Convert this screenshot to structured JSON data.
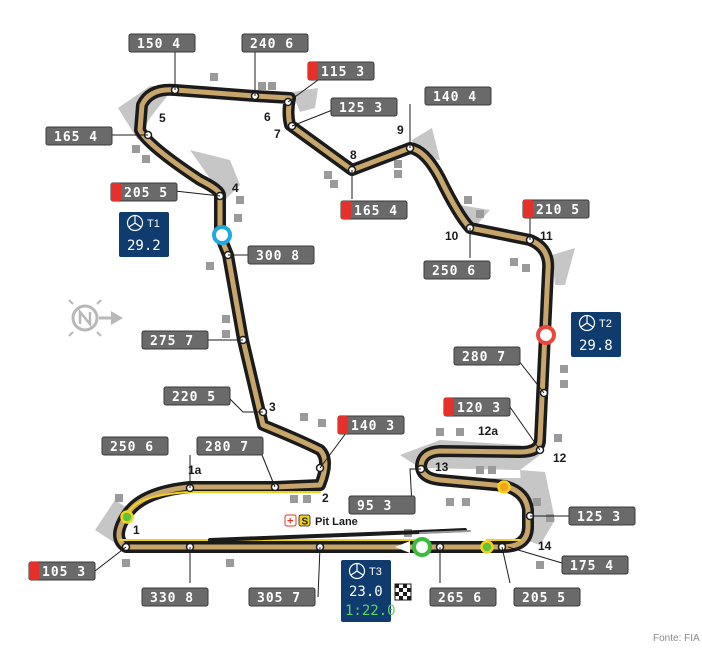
{
  "speed_traps": [
    {
      "id": "t5-top",
      "value": "150 4",
      "brake": false
    },
    {
      "id": "t6-top",
      "value": "240 6",
      "brake": false
    },
    {
      "id": "t6-brake",
      "value": "115 3",
      "brake": true
    },
    {
      "id": "t7",
      "value": "125 3",
      "brake": false
    },
    {
      "id": "t9",
      "value": "140 4",
      "brake": false
    },
    {
      "id": "t5-left",
      "value": "165 4",
      "brake": false
    },
    {
      "id": "t4",
      "value": "205 5",
      "brake": true
    },
    {
      "id": "t8",
      "value": "165 4",
      "brake": true
    },
    {
      "id": "t11",
      "value": "210 5",
      "brake": true
    },
    {
      "id": "t4-exit",
      "value": "300 8",
      "brake": false
    },
    {
      "id": "t10",
      "value": "250 6",
      "brake": false
    },
    {
      "id": "t3-approach",
      "value": "275 7",
      "brake": false
    },
    {
      "id": "t12-approach",
      "value": "280 7",
      "brake": false
    },
    {
      "id": "t3",
      "value": "220 5",
      "brake": false
    },
    {
      "id": "t12a",
      "value": "120 3",
      "brake": true
    },
    {
      "id": "t2",
      "value": "140 3",
      "brake": true
    },
    {
      "id": "t1a",
      "value": "250 6",
      "brake": false
    },
    {
      "id": "t2-approach",
      "value": "280 7",
      "brake": false
    },
    {
      "id": "t13",
      "value": "95 3",
      "brake": false
    },
    {
      "id": "t14",
      "value": "125 3",
      "brake": false
    },
    {
      "id": "t1",
      "value": "105 3",
      "brake": true
    },
    {
      "id": "t14-exit",
      "value": "175 4",
      "brake": false
    },
    {
      "id": "straight-1",
      "value": "330 8",
      "brake": false
    },
    {
      "id": "straight-2",
      "value": "305 7",
      "brake": false
    },
    {
      "id": "finish",
      "value": "265 6",
      "brake": false
    },
    {
      "id": "t14-b",
      "value": "205 5",
      "brake": false
    }
  ],
  "turns": {
    "t1": "1",
    "t1a": "1a",
    "t2": "2",
    "t3": "3",
    "t4": "4",
    "t5": "5",
    "t6": "6",
    "t7": "7",
    "t8": "8",
    "t9": "9",
    "t10": "10",
    "t11": "11",
    "t12": "12",
    "t12a": "12a",
    "t13": "13",
    "t14": "14"
  },
  "sectors": {
    "t1": {
      "label": "T1",
      "time": "29.2",
      "color": "#22a8e0"
    },
    "t2": {
      "label": "T2",
      "time": "29.8",
      "color": "#e8483d"
    },
    "t3": {
      "label": "T3",
      "time": "23.0",
      "color": "#3cbb3c",
      "lap_time": "1:22.0"
    }
  },
  "pit_lane": {
    "label": "Pit Lane",
    "s_icon": "S",
    "medical_icon": "+"
  },
  "source": "Fonte: FIA",
  "colors": {
    "brake": "#e8302a",
    "display": "#6a6a6a",
    "sector_box": "#0f3b6e",
    "track_outline": "#1b1b1b",
    "track_inner": "#c8a56a",
    "drs_yellow": "#f2d21b",
    "runoff": "#b8b8b8"
  }
}
